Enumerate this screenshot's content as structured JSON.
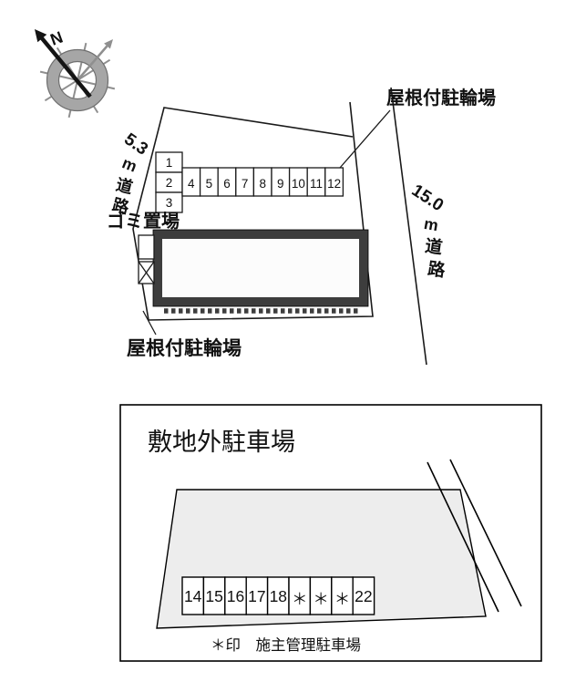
{
  "compass": {
    "north_label": "N"
  },
  "site_plan": {
    "label_bicycle_top": "屋根付駐輪場",
    "label_bicycle_bottom": "屋根付駐輪場",
    "label_garbage": "ゴミ置場",
    "road_left": {
      "chars": [
        "5.3",
        "m",
        "道",
        "路"
      ]
    },
    "road_right": {
      "chars": [
        "15.0",
        "m",
        "道",
        "路"
      ]
    },
    "spaces_vertical": [
      "1",
      "2",
      "3"
    ],
    "spaces_row": [
      "4",
      "5",
      "6",
      "7",
      "8",
      "9",
      "10",
      "11",
      "12"
    ]
  },
  "offsite": {
    "title": "敷地外駐車場",
    "spaces": [
      "14",
      "15",
      "16",
      "17",
      "18",
      "＊",
      "＊",
      "＊",
      "22"
    ],
    "note": "＊印　施主管理駐車場"
  },
  "colors": {
    "line": "#000000",
    "building_frame": "#3d3d3d",
    "lot_fill": "#ededed",
    "compass_gray": "#9a9a9a"
  }
}
